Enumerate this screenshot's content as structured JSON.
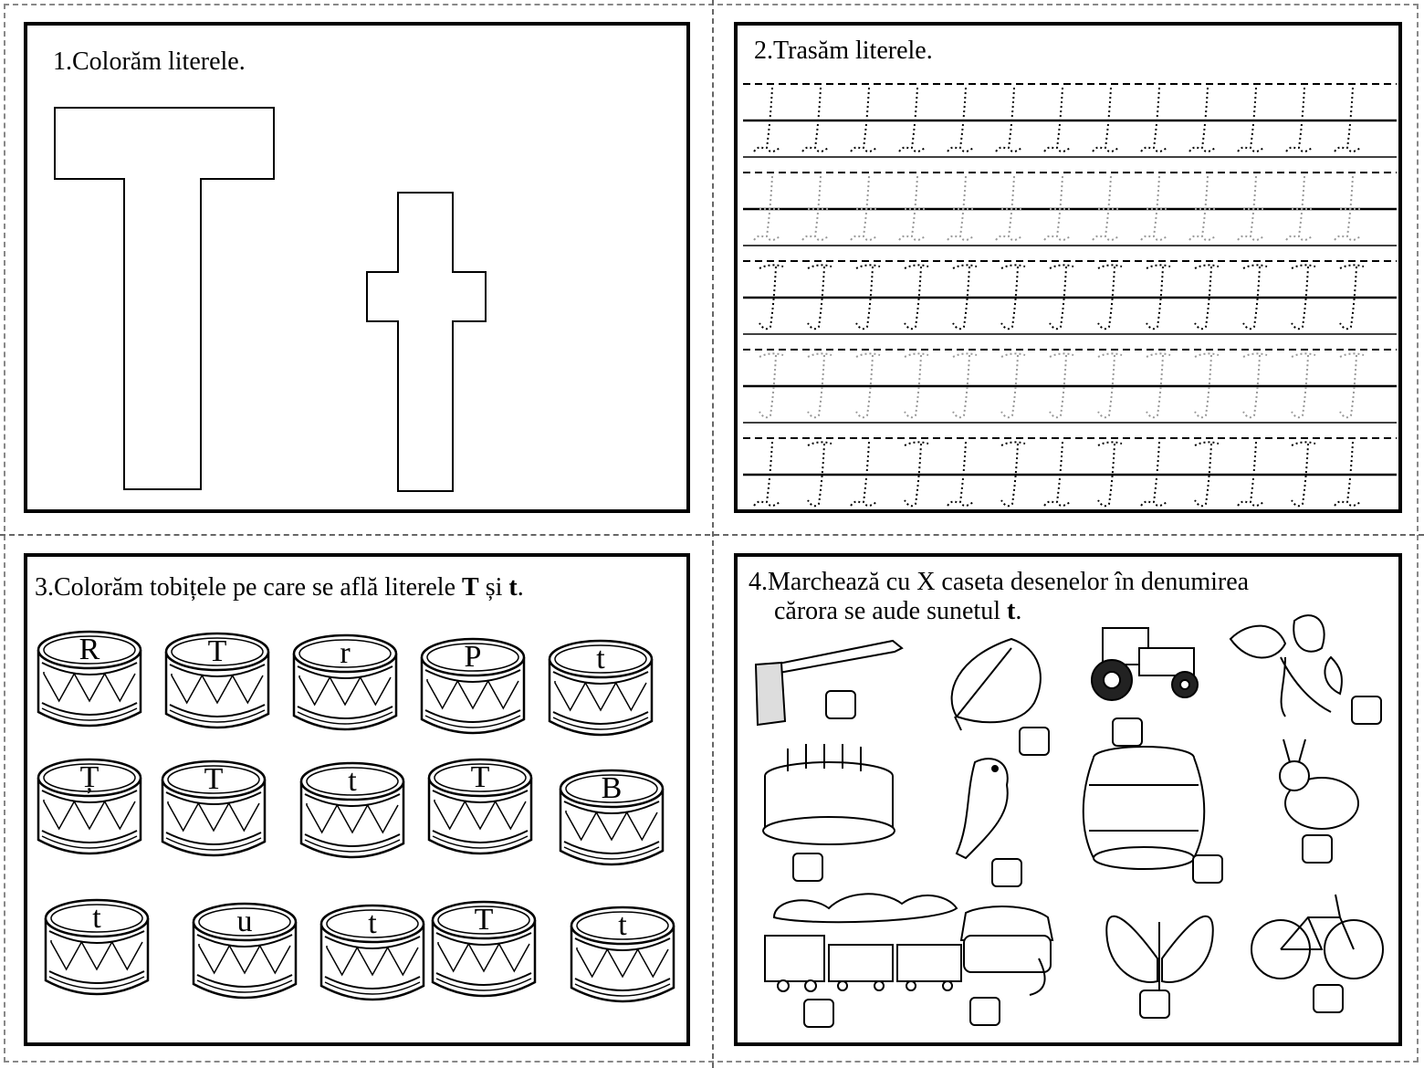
{
  "exercises": {
    "ex1": {
      "title": "1.Colorăm literele.",
      "letters": [
        "T",
        "t"
      ]
    },
    "ex2": {
      "title": "2.Trasăm literele.",
      "rows": [
        "t",
        "t",
        "T",
        "T",
        "tT"
      ]
    },
    "ex3": {
      "title_prefix": "3.Colorăm tobițele pe care se află literele ",
      "title_T": "T",
      "title_mid": " și ",
      "title_t": "t",
      "title_end": ".",
      "drums": [
        [
          "R",
          "T",
          "r",
          "P",
          "t"
        ],
        [
          "Ț",
          "T",
          "t",
          "T",
          "B"
        ],
        [
          "t",
          "u",
          "t",
          "T",
          "t"
        ]
      ]
    },
    "ex4": {
      "title_line1": "4.Marchează cu X caseta desenelor  în denumirea",
      "title_line2_prefix": "cărora se aude sunetul ",
      "title_line2_t": "t",
      "title_line2_end": ".",
      "pictures": [
        [
          "axe-icon",
          "leaf-icon",
          "tractor-icon",
          "tulip-icon"
        ],
        [
          "cake-icon",
          "bird-icon",
          "barrel-icon",
          "rabbit-icon"
        ],
        [
          "train-icon",
          "telephone-icon",
          "butterfly-icon",
          "bicycle-icon"
        ]
      ]
    }
  }
}
